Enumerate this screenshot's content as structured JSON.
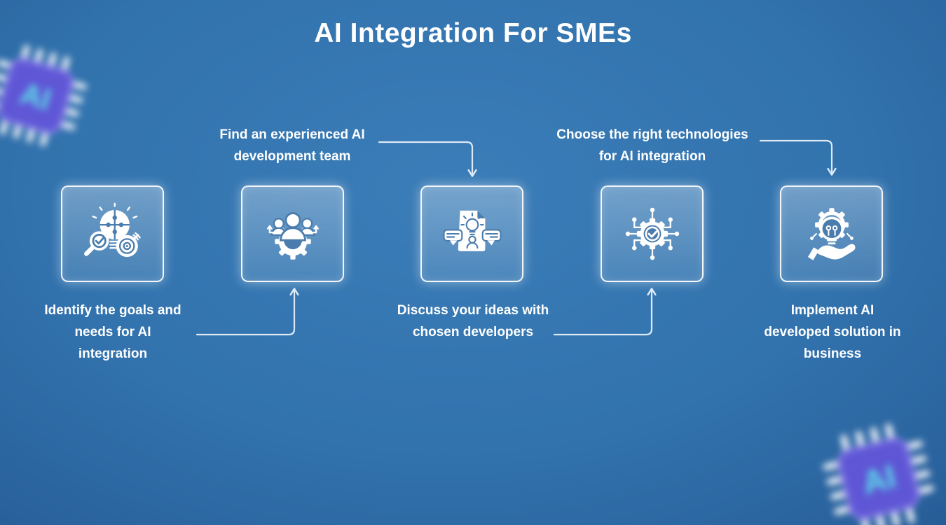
{
  "title": "AI Integration For SMEs",
  "steps": [
    {
      "id": 1,
      "icon": "identify-goals-icon",
      "label_position": "below",
      "label": "Identify the goals and needs for AI integration",
      "label_lines": [
        "Identify the goals and",
        "needs for AI",
        "integration"
      ]
    },
    {
      "id": 2,
      "icon": "development-team-icon",
      "label_position": "above",
      "label": "Find an experienced AI development team",
      "label_lines": [
        "Find an experienced AI",
        "development team"
      ]
    },
    {
      "id": 3,
      "icon": "discuss-ideas-icon",
      "label_position": "below",
      "label": "Discuss your ideas with chosen developers",
      "label_lines": [
        "Discuss your ideas with",
        "chosen developers"
      ]
    },
    {
      "id": 4,
      "icon": "choose-technologies-icon",
      "label_position": "above",
      "label": "Choose the right technologies for AI integration",
      "label_lines": [
        "Choose the right technologies",
        "for AI integration"
      ]
    },
    {
      "id": 5,
      "icon": "implement-solution-icon",
      "label_position": "below",
      "label": "Implement AI developed solution in business",
      "label_lines": [
        "Implement AI",
        "developed solution in",
        "business"
      ]
    }
  ],
  "connections": [
    {
      "from": 1,
      "to": 2
    },
    {
      "from": 2,
      "to": 3
    },
    {
      "from": 3,
      "to": 4
    },
    {
      "from": 4,
      "to": 5
    }
  ],
  "decorations": {
    "chip_label": "AI"
  },
  "colors": {
    "background_top": "#3b7db8",
    "background_bottom": "#174677",
    "text": "#ffffff",
    "arrow": "#ddeaf6",
    "box_border": "#ffffff",
    "icon_accent": "#4a7cad",
    "chip_body": "#6156d8",
    "chip_text": "#5ee4ea",
    "chip_pins": "#f4f6fb"
  }
}
